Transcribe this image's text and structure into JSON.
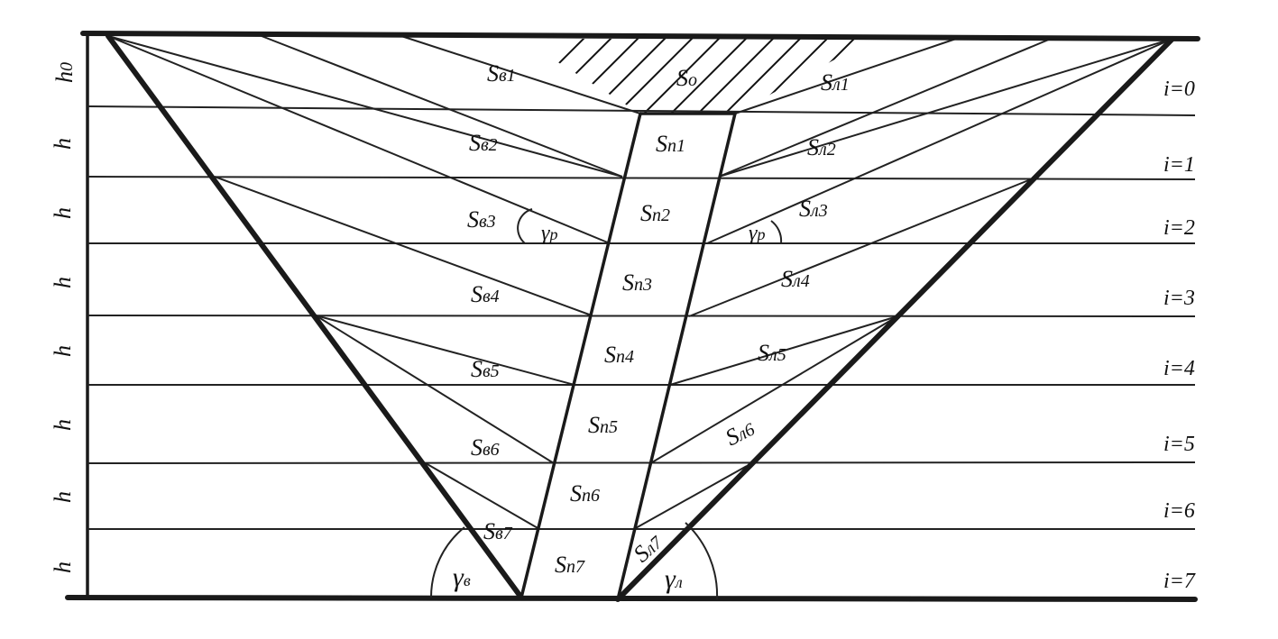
{
  "areas": {
    "sv1": {
      "main": "S",
      "sub": "в1"
    },
    "sv2": {
      "main": "S",
      "sub": "в2"
    },
    "sv3": {
      "main": "S",
      "sub": "в3"
    },
    "sv4": {
      "main": "S",
      "sub": "в4"
    },
    "sv5": {
      "main": "S",
      "sub": "в5"
    },
    "sv6": {
      "main": "S",
      "sub": "в6"
    },
    "sv7": {
      "main": "S",
      "sub": "в7"
    },
    "so": {
      "main": "S",
      "sub": "o"
    },
    "sl1": {
      "main": "S",
      "sub": "л1"
    },
    "sl2": {
      "main": "S",
      "sub": "л2"
    },
    "sl3": {
      "main": "S",
      "sub": "л3"
    },
    "sl4": {
      "main": "S",
      "sub": "л4"
    },
    "sl5": {
      "main": "S",
      "sub": "л5"
    },
    "sl6": {
      "main": "S",
      "sub": "л6"
    },
    "sl7": {
      "main": "S",
      "sub": "л7"
    },
    "sp1": {
      "main": "S",
      "sub": "п1"
    },
    "sp2": {
      "main": "S",
      "sub": "п2"
    },
    "sp3": {
      "main": "S",
      "sub": "п3"
    },
    "sp4": {
      "main": "S",
      "sub": "п4"
    },
    "sp5": {
      "main": "S",
      "sub": "п5"
    },
    "sp6": {
      "main": "S",
      "sub": "п6"
    },
    "sp7": {
      "main": "S",
      "sub": "п7"
    }
  },
  "side_labels": {
    "h0": {
      "main": "h",
      "sub": "0"
    },
    "h": "h"
  },
  "levels": [
    "i=0",
    "i=1",
    "i=2",
    "i=3",
    "i=4",
    "i=5",
    "i=6",
    "i=7"
  ],
  "angles": {
    "gamma_p": {
      "main": "γ",
      "sub": "p"
    },
    "gamma_v": {
      "main": "γ",
      "sub": "в"
    },
    "gamma_l": {
      "main": "γ",
      "sub": "л"
    }
  }
}
